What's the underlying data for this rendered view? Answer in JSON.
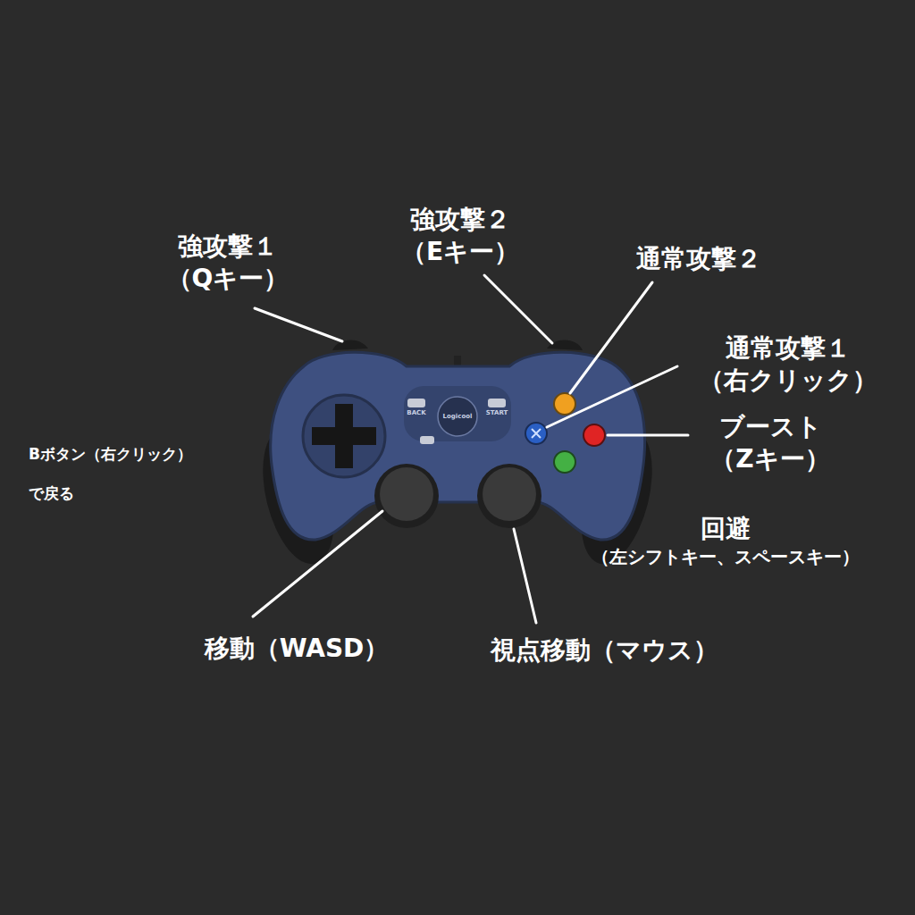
{
  "diagram": {
    "labels": [
      "強攻撃１ （Qキー）",
      "強攻撃２ （Eキー）",
      "通常攻撃２",
      "通常攻撃１ （右クリック）",
      "ブースト （Zキー）",
      "回避 （左シフトキー、スペースキー）",
      "移動（WASD）",
      "視点移動（マウス）",
      "Bボタン（右クリック） で戻る",
      "BACK",
      "START",
      "Logicool"
    ]
  }
}
